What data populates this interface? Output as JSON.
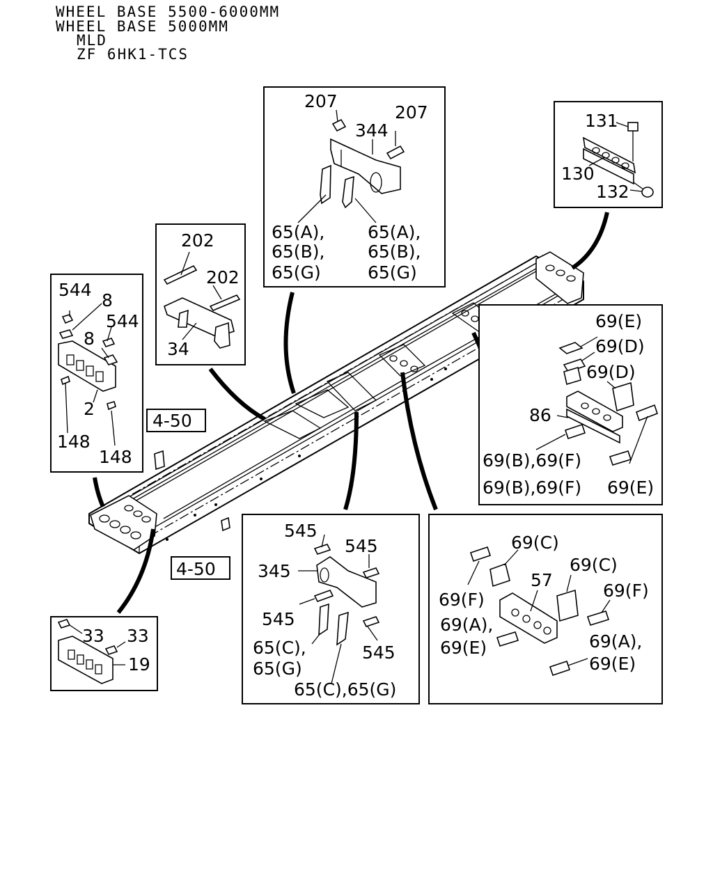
{
  "header": {
    "line1": "WHEEL BASE 5500-6000MM",
    "line2": "WHEEL BASE 5000MM",
    "line3": "MLD",
    "line4": "ZF 6HK1-TCS"
  },
  "refs": {
    "ref_a": "4-50",
    "ref_b": "4-50"
  },
  "detail_top_center": {
    "p207a": "207",
    "p207b": "207",
    "p344": "344",
    "left_l1": "65(A),",
    "left_l2": "65(B),",
    "left_l3": "65(G)",
    "right_l1": "65(A),",
    "right_l2": "65(B),",
    "right_l3": "65(G)"
  },
  "detail_top_right": {
    "p131": "131",
    "p130": "130",
    "p132": "132"
  },
  "detail_mid_left": {
    "p202a": "202",
    "p202b": "202",
    "p34": "34"
  },
  "detail_left": {
    "p544a": "544",
    "p8a": "8",
    "p544b": "544",
    "p8b": "8",
    "p2": "2",
    "p148a": "148",
    "p148b": "148"
  },
  "detail_right": {
    "p69e_top": "69(E)",
    "p69d_a": "69(D)",
    "p69d_b": "69(D)",
    "p86": "86",
    "p69bf_a": "69(B),69(F)",
    "p69bf_b": "69(B),69(F)",
    "p69e_bot": "69(E)"
  },
  "detail_bottom_left": {
    "p33a": "33",
    "p33b": "33",
    "p19": "19"
  },
  "detail_bottom_center": {
    "p545a": "545",
    "p545b": "545",
    "p345": "345",
    "p545c": "545",
    "p545d": "545",
    "p65cg_l1": "65(C),",
    "p65cg_l2": "65(G)",
    "p65cg_bot": "65(C),65(G)"
  },
  "detail_bottom_right": {
    "p69f_a": "69(F)",
    "p69c_a": "69(C)",
    "p69c_b": "69(C)",
    "p69f_b": "69(F)",
    "p57": "57",
    "p69a_l1": "69(A),",
    "p69e_l2": "69(E)",
    "p69a_r1": "69(A),",
    "p69e_r2": "69(E)"
  }
}
